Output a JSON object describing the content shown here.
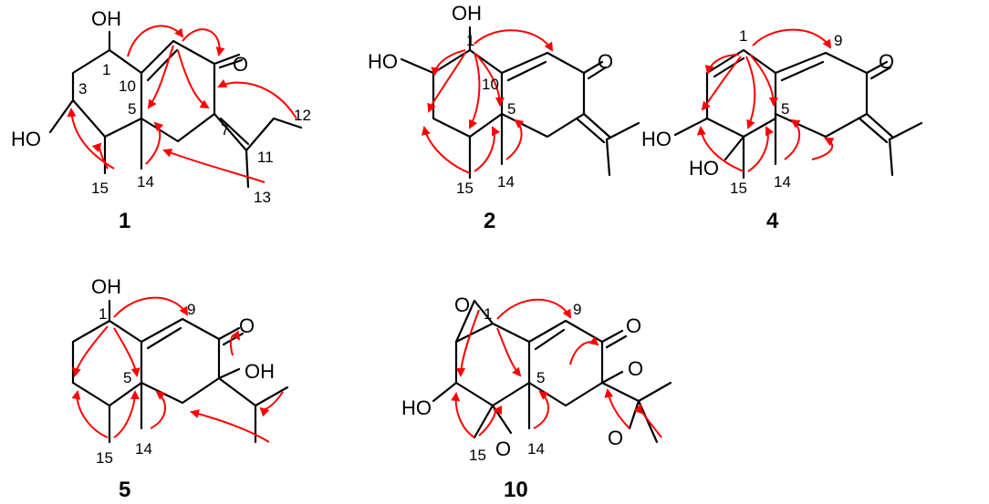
{
  "colors": {
    "bond": "#000000",
    "correlation_arrow": "#ff0000",
    "background": "#ffffff"
  },
  "compounds": [
    {
      "id": "1",
      "atom_labels": [
        "OH",
        "O",
        "HO"
      ],
      "position_numbers": [
        "1",
        "3",
        "10",
        "5",
        "7",
        "11",
        "12",
        "13",
        "14",
        "15"
      ]
    },
    {
      "id": "2",
      "atom_labels": [
        "OH",
        "HO",
        "O"
      ],
      "position_numbers": [
        "1",
        "10",
        "5",
        "14",
        "15"
      ]
    },
    {
      "id": "4",
      "atom_labels": [
        "O",
        "HO",
        "HO"
      ],
      "position_numbers": [
        "1",
        "9",
        "5",
        "14",
        "15"
      ]
    },
    {
      "id": "5",
      "atom_labels": [
        "OH",
        "O",
        "OH"
      ],
      "position_numbers": [
        "1",
        "9",
        "5",
        "14",
        "15"
      ]
    },
    {
      "id": "10",
      "atom_labels": [
        "O",
        "O",
        "O",
        "HO",
        "O",
        "O"
      ],
      "position_numbers": [
        "1",
        "9",
        "5",
        "14",
        "15"
      ]
    }
  ]
}
